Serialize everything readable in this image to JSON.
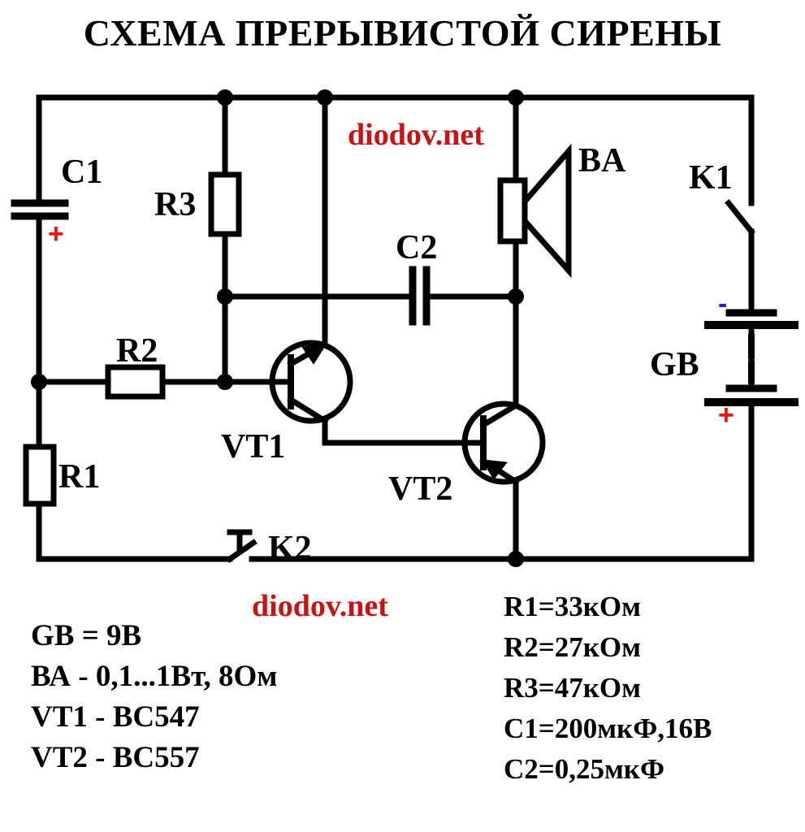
{
  "title": "СХЕМА ПРЕРЫВИСТОЙ СИРЕНЫ",
  "watermark": {
    "top": "diodov.net",
    "bottom": "diodov.net",
    "color": "#cc1111"
  },
  "components": {
    "c1": "C1",
    "c2": "C2",
    "r1": "R1",
    "r2": "R2",
    "r3": "R3",
    "vt1": "VT1",
    "vt2": "VT2",
    "ba": "BA",
    "gb": "GB",
    "k1": "K1",
    "k2": "K2"
  },
  "polarity": {
    "c1_plus": "+",
    "gb_plus": "+",
    "gb_minus": "-",
    "plus_color": "#ee1111",
    "minus_color": "#2222cc"
  },
  "notes_left": [
    "GB = 9В",
    "ВА - 0,1...1Вт, 8Ом",
    "VT1 - BC547",
    "VT2 - BC557"
  ],
  "notes_right": [
    "R1=33кОм",
    "R2=27кОм",
    "R3=47кОм",
    "C1=200мкФ,16В",
    "C2=0,25мкФ"
  ]
}
